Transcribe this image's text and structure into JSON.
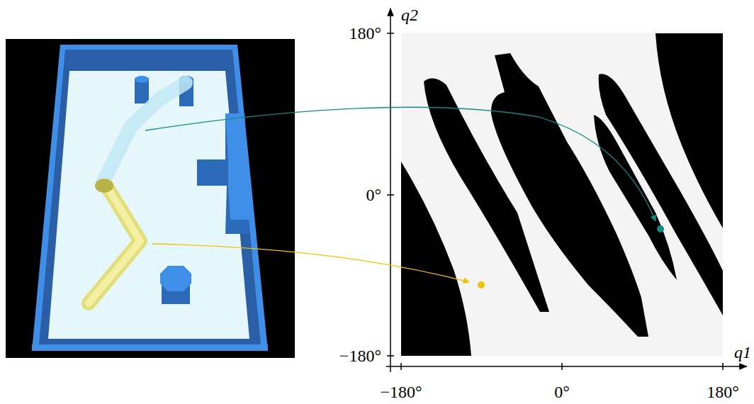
{
  "diagram": {
    "labels": [
      "q2",
      "180°",
      "0°",
      "−180°",
      "−180°",
      "0°",
      "180°",
      "q1"
    ]
  }
}
